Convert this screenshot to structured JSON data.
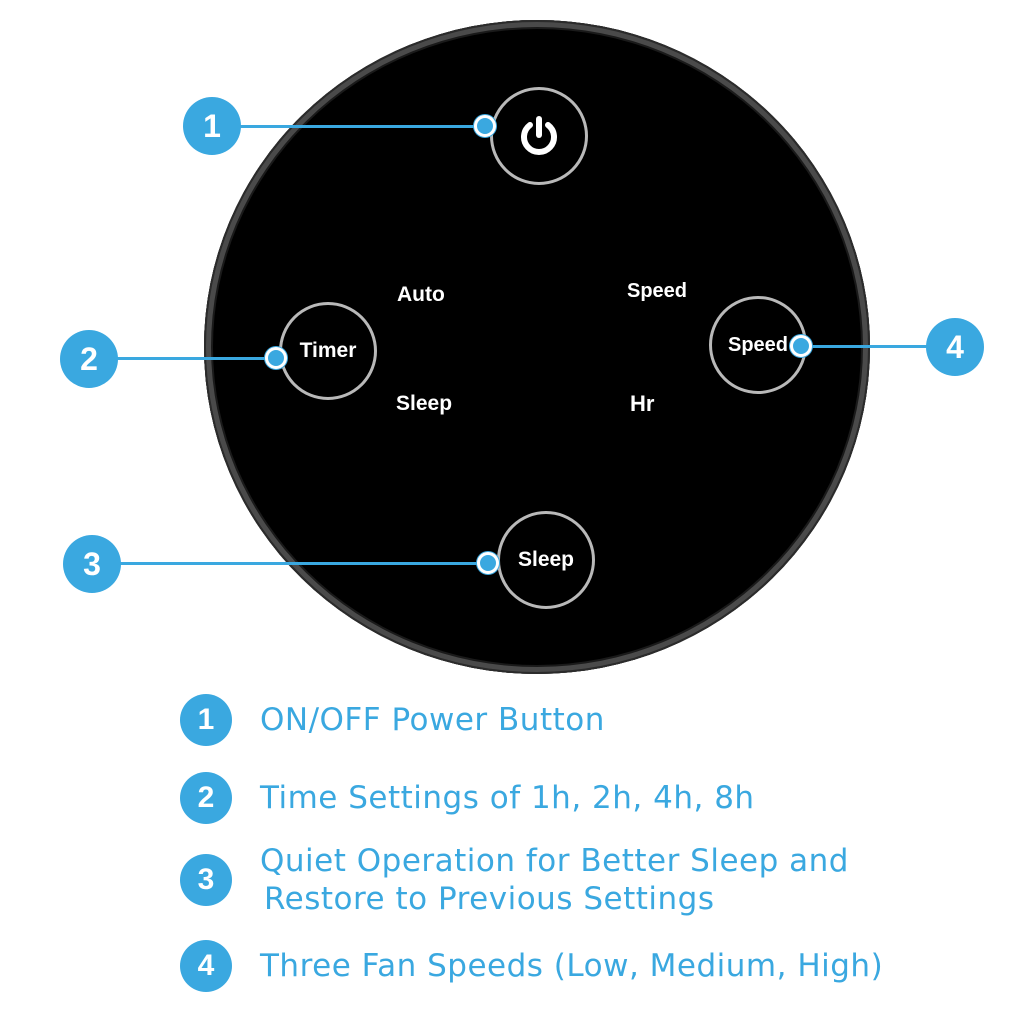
{
  "panel": {
    "indicators": {
      "auto": "Auto",
      "sleep": "Sleep",
      "speed": "Speed",
      "hr": "Hr"
    },
    "buttons": {
      "power_icon": "power-icon",
      "timer": "Timer",
      "speed": "Speed",
      "sleep": "Sleep"
    }
  },
  "callouts": [
    "1",
    "2",
    "3",
    "4"
  ],
  "legend": [
    {
      "number": "1",
      "text": "ON/OFF Power Button"
    },
    {
      "number": "2",
      "text": "Time Settings of 1h, 2h, 4h, 8h"
    },
    {
      "number": "3",
      "line1": "Quiet Operation for Better Sleep and",
      "line2": "Restore to Previous Settings"
    },
    {
      "number": "4",
      "text": "Three Fan Speeds (Low, Medium, High)"
    }
  ],
  "colors": {
    "accent": "#3aa8e0",
    "panel": "#000000",
    "ring": "#b9b9b9"
  }
}
